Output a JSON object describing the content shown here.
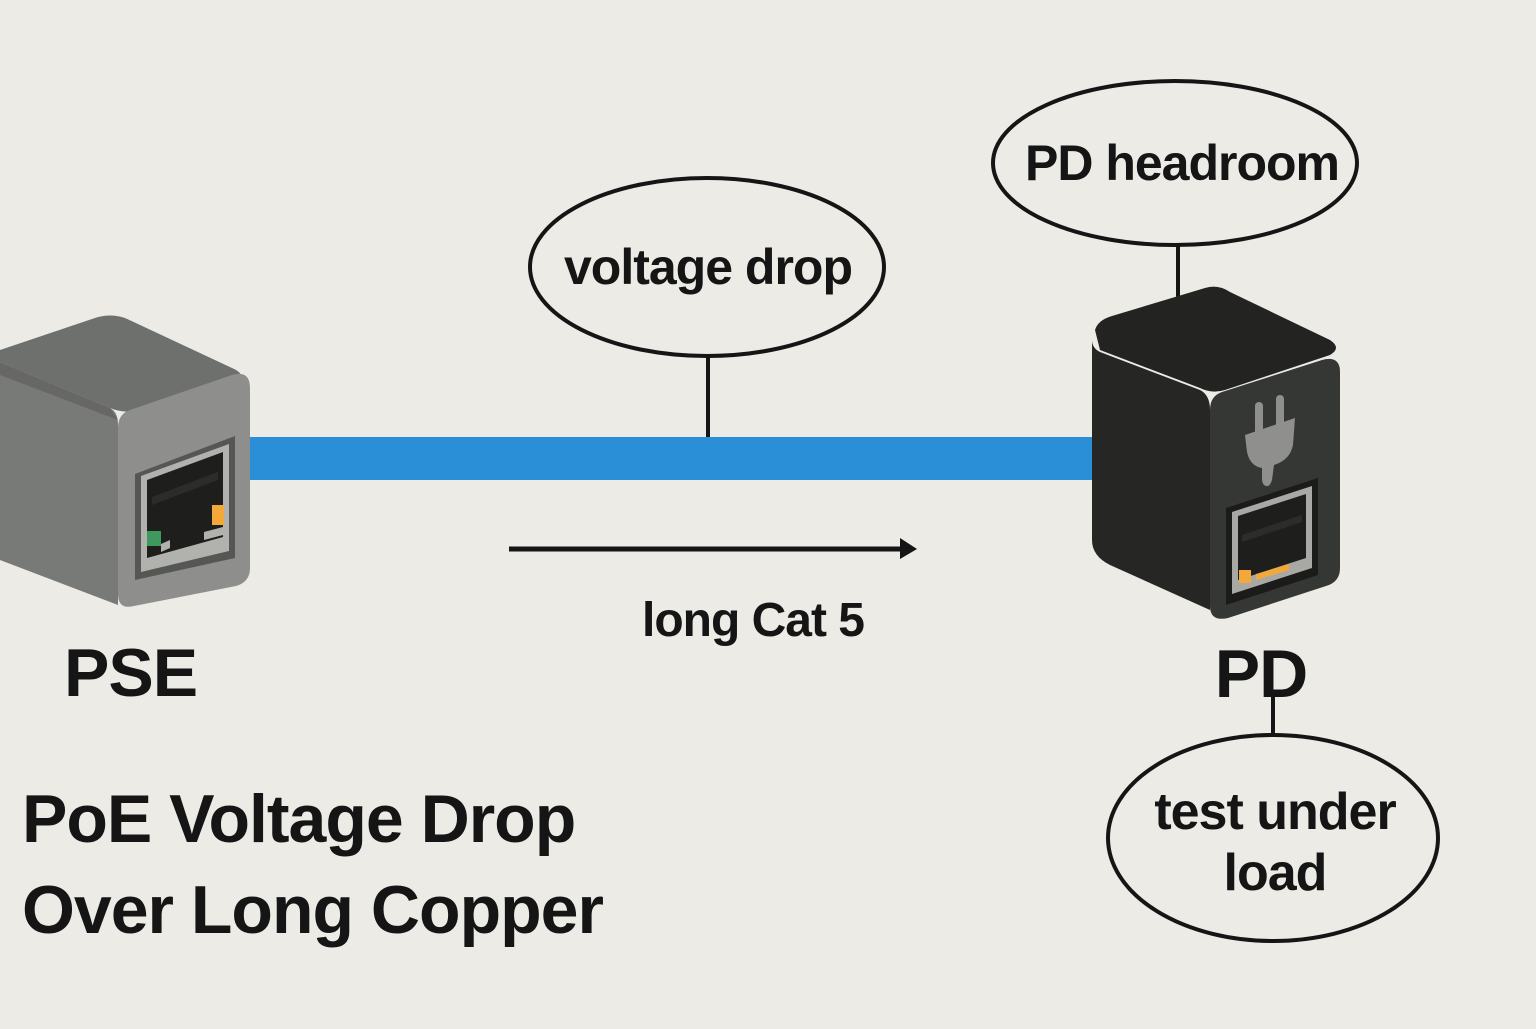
{
  "title": {
    "line1": "PoE Voltage Drop",
    "line2": "Over Long Copper"
  },
  "devices": {
    "pse": {
      "label": "PSE",
      "body_color": "#8a8b88",
      "led_left": "#3e9a5c",
      "led_right": "#f2a93a"
    },
    "pd": {
      "label": "PD",
      "body_color": "#2c2d2b",
      "icon": "power-plug-icon",
      "led_color": "#f2a93a"
    }
  },
  "cable": {
    "color": "#2a8fd6",
    "label": "long Cat 5",
    "direction": "pse-to-pd"
  },
  "callouts": {
    "voltage_drop": "voltage drop",
    "pd_headroom": "PD headroom",
    "test_under_load_line1": "test under",
    "test_under_load_line2": "load"
  },
  "colors": {
    "background": "#ecebe6",
    "ink": "#151515"
  }
}
